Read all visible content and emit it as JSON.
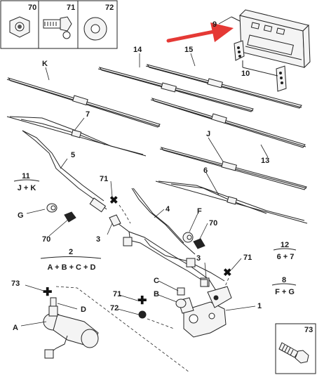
{
  "inset_boxes": [
    {
      "label": "70",
      "icon": "nut-icon"
    },
    {
      "label": "71",
      "icon": "screw-icon"
    },
    {
      "label": "72",
      "icon": "washer-icon"
    },
    {
      "label": "73",
      "icon": "bolt-icon"
    }
  ],
  "callouts": {
    "c9": "9",
    "c10": "10",
    "c14": "14",
    "c15": "15",
    "cK": "K",
    "c7": "7",
    "c13": "13",
    "cJ": "J",
    "c5": "5",
    "c6": "6",
    "c71a": "71",
    "c4": "4",
    "cG": "G",
    "c70a": "70",
    "c3a": "3",
    "cF": "F",
    "c70b": "70",
    "c3b": "3",
    "c71b": "71",
    "cC": "C",
    "cB": "B",
    "c71c": "71",
    "c72": "72",
    "c73": "73",
    "cD": "D",
    "cA": "A",
    "c1": "1"
  },
  "formulas": {
    "f11": {
      "num": "11",
      "expr": "J + K"
    },
    "f2": {
      "num": "2",
      "expr": "A + B + C + D"
    },
    "f12": {
      "num": "12",
      "expr": "6 + 7"
    },
    "f8": {
      "num": "8",
      "expr": "F + G"
    }
  },
  "colors": {
    "arrow": "#e53935",
    "ink": "#222222"
  }
}
